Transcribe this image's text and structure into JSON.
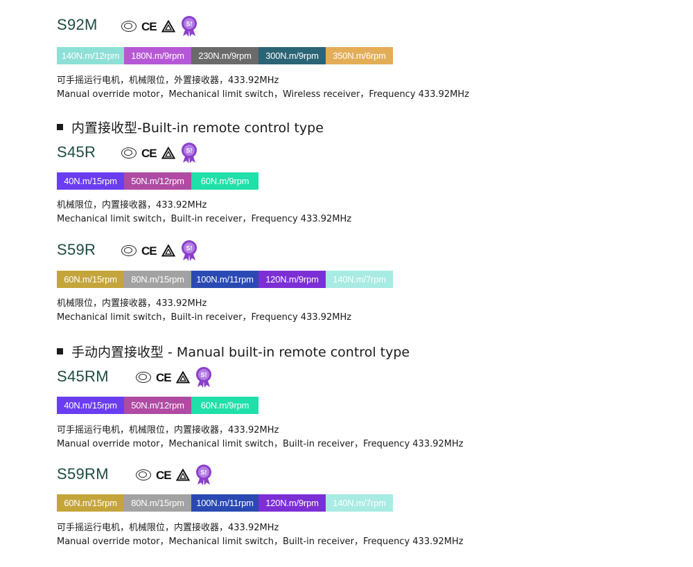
{
  "sections": [
    {
      "heading": "",
      "models": [
        {
          "name": "S92M",
          "segments": [
            {
              "label": "140N.m/12rpm",
              "color": "#8ee0d6"
            },
            {
              "label": "180N.m/9rpm",
              "color": "#b658d6"
            },
            {
              "label": "230N.m/9rpm",
              "color": "#6a6a6a"
            },
            {
              "label": "300N.m/9rpm",
              "color": "#2b6475"
            },
            {
              "label": "350N.m/6rpm",
              "color": "#e3ad57"
            }
          ],
          "desc_cn": "可手摇运行电机，机械限位，外置接收器，433.92MHz",
          "desc_en": "Manual override motor，Mechanical limit switch，Wireless receiver，Frequency 433.92MHz"
        }
      ]
    },
    {
      "heading": "内置接收型-Built-in remote control type",
      "models": [
        {
          "name": "S45R",
          "segments": [
            {
              "label": "40N.m/15rpm",
              "color": "#6a3df0"
            },
            {
              "label": "50N.m/12rpm",
              "color": "#b04aa2"
            },
            {
              "label": "60N.m/9rpm",
              "color": "#1fe0a8"
            }
          ],
          "desc_cn": "机械限位，内置接收器，433.92MHz",
          "desc_en": "Mechanical limit switch，Built-in receiver，Frequency 433.92MHz"
        },
        {
          "name": "S59R",
          "segments": [
            {
              "label": "60N.m/15rpm",
              "color": "#c4a53c"
            },
            {
              "label": "80N.m/15rpm",
              "color": "#a2a2a2"
            },
            {
              "label": "100N.m/11rpm",
              "color": "#2a49b2"
            },
            {
              "label": "120N.m/9rpm",
              "color": "#7b2fd4"
            },
            {
              "label": "140N.m/7rpm",
              "color": "#a8ebe3"
            }
          ],
          "desc_cn": "机械限位，内置接收器，433.92MHz",
          "desc_en": "Mechanical limit switch，Built-in receiver，Frequency 433.92MHz"
        }
      ]
    },
    {
      "heading": "手动内置接收型 - Manual built-in remote control type",
      "models": [
        {
          "name": "S45RM",
          "segments": [
            {
              "label": "40N.m/15rpm",
              "color": "#6a3df0"
            },
            {
              "label": "50N.m/12rpm",
              "color": "#b04aa2"
            },
            {
              "label": "60N.m/9rpm",
              "color": "#1fe0a8"
            }
          ],
          "desc_cn": "可手摇运行电机，机械限位，内置接收器，433.92MHz",
          "desc_en": "Manual override motor，Mechanical limit switch，Built-in receiver，Frequency 433.92MHz"
        },
        {
          "name": "S59RM",
          "segments": [
            {
              "label": "60N.m/15rpm",
              "color": "#c4a53c"
            },
            {
              "label": "80N.m/15rpm",
              "color": "#a2a2a2"
            },
            {
              "label": "100N.m/11rpm",
              "color": "#2a49b2"
            },
            {
              "label": "120N.m/9rpm",
              "color": "#7b2fd4"
            },
            {
              "label": "140N.m/7rpm",
              "color": "#a8ebe3"
            }
          ],
          "desc_cn": "可手摇运行电机，机械限位，内置接收器，433.92MHz",
          "desc_en": "Manual override motor，Mechanical limit switch，Built-in receiver，Frequency 433.92MHz"
        }
      ]
    }
  ],
  "cert_icons": [
    "ccc-icon",
    "ce-icon",
    "warning-triangle-icon",
    "award-badge-icon"
  ],
  "cert_ce_label": "CE",
  "colors": {
    "model_name": "#1d4b43",
    "badge": "#8a3fc9"
  }
}
